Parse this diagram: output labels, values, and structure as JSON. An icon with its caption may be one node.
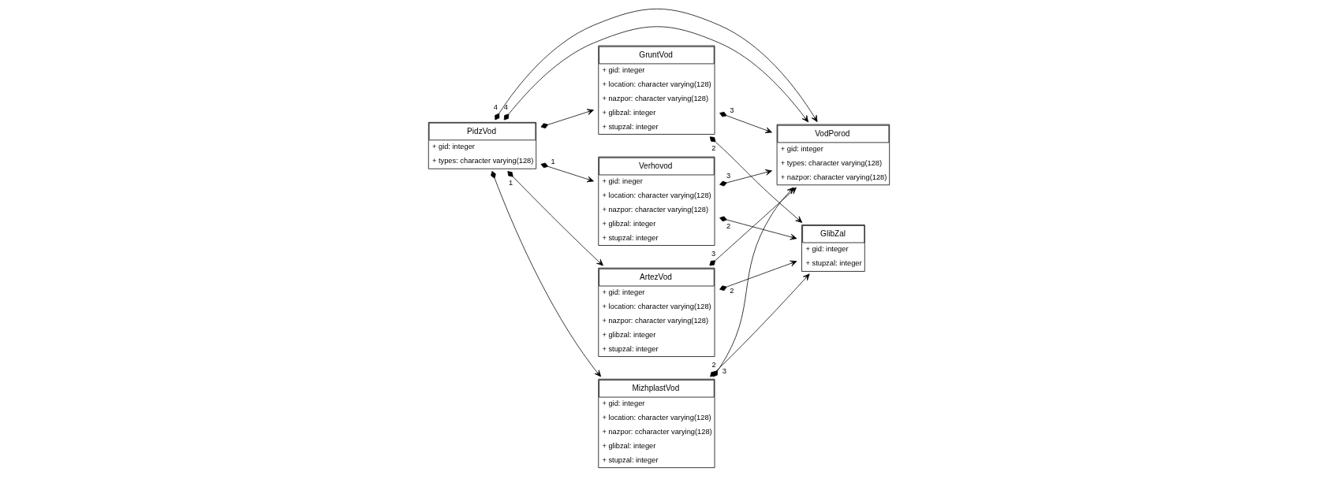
{
  "diagram": {
    "nodes": [
      {
        "text": [
          "Verhovod",
          "+ gid: ineger",
          "+ location: character varying(128)",
          "+ nazpor: character varying(128)",
          "+ glibzal: integer",
          "+ stupzal: integer"
        ]
      },
      {
        "text": [
          "VodPorod",
          "+ gid: integer",
          "+ types: character varying(128)",
          "+ nazpor: character varying(128)"
        ]
      },
      {
        "text": [
          "ArtezVod",
          "+ gid: integer",
          "+ location: character varying(128)",
          "+ nazpor: character varying(128)",
          "+ glibzal: integer",
          "+ stupzal: integer"
        ]
      },
      {
        "text": [
          "PidzVod",
          "+ gid: integer",
          "+ types: character varying(128)"
        ]
      },
      {
        "text": [
          "MizhplastVod",
          "+ gid: integer",
          "+ location: character varying(128)",
          "+ nazpor: ccharacter varying(128)",
          "+ glibzal: integer",
          "+ stupzal: integer"
        ]
      },
      {
        "text": [
          "GruntVod",
          "+ gid: integer",
          "+ location: character varying(128)",
          "+ nazpor: character varying(128)",
          "+ glibzal: integer",
          "+ stupzal: integer"
        ]
      },
      {
        "text": [
          "GlibZal",
          "+ gid: integer",
          "+ stupzal: integer"
        ]
      }
    ],
    "edges": [
      {
        "from": 0,
        "to": 1,
        "arrow": "to",
        "label": "3"
      },
      {
        "from": 0,
        "to": 6,
        "arrow": "to",
        "label": "2"
      },
      {
        "from": 3,
        "to": 0,
        "arrow": "to",
        "label": "1"
      },
      {
        "from": 3,
        "to": 4,
        "arrow": "to"
      },
      {
        "from": 3,
        "to": 1,
        "arrow": "to",
        "label": "4"
      },
      {
        "from": 4,
        "to": 1,
        "arrow": "to",
        "label": "3"
      },
      {
        "from": 4,
        "to": 6,
        "arrow": "to",
        "label": "2"
      },
      {
        "from": 3,
        "to": 2,
        "arrow": "to",
        "label": "1"
      },
      {
        "from": 3,
        "to": 5,
        "arrow": "to"
      },
      {
        "from": 3,
        "to": 1,
        "arrow": "to",
        "label": "4"
      },
      {
        "from": 2,
        "to": 1,
        "arrow": "to",
        "label": "3"
      },
      {
        "from": 2,
        "to": 6,
        "arrow": "to",
        "label": "2"
      },
      {
        "from": 5,
        "to": 1,
        "arrow": "to",
        "label": "3"
      },
      {
        "from": 5,
        "to": 6,
        "arrow": "to",
        "label": "2"
      }
    ]
  }
}
